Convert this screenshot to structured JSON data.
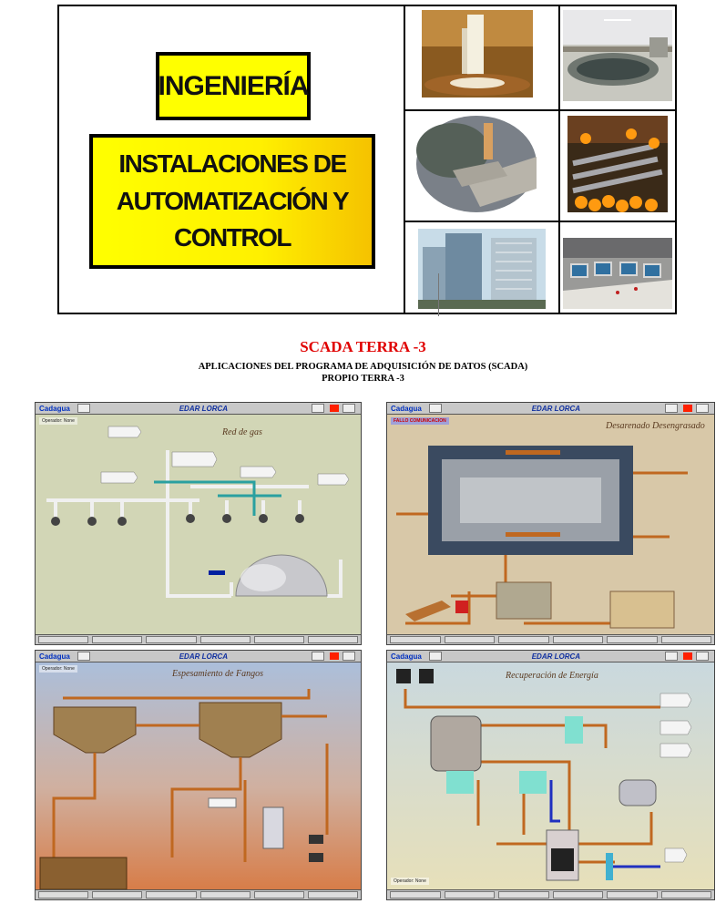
{
  "header": {
    "label_engineering": "INGENIERÍA",
    "label_installations_line1": "INSTALACIONES DE",
    "label_installations_line2": "AUTOMATIZACIÓN Y CONTROL"
  },
  "photos": [
    {
      "icon": "fountain-photo"
    },
    {
      "icon": "treatment-tank-photo"
    },
    {
      "icon": "water-channel-photo"
    },
    {
      "icon": "orange-sorting-photo"
    },
    {
      "icon": "office-buildings-photo"
    },
    {
      "icon": "control-room-photo"
    }
  ],
  "title": "SCADA TERRA -3",
  "subtitle_line1": "APLICACIONES DEL PROGRAMA DE ADQUISICIÓN DE DATOS (SCADA)",
  "subtitle_line2": "PROPIO TERRA -3",
  "screens": [
    {
      "brand": "Cadagua",
      "site": "EDAR LORCA",
      "title": "Red de gas",
      "operator": "Operador: None"
    },
    {
      "brand": "Cadagua",
      "site": "EDAR LORCA",
      "title": "Desarenado Desengrasado",
      "operator": "FALLO COMUNICACION"
    },
    {
      "brand": "Cadagua",
      "site": "EDAR LORCA",
      "title": "Espesamiento de Fangos",
      "operator": "Operador: None"
    },
    {
      "brand": "Cadagua",
      "site": "EDAR LORCA",
      "title": "Recuperación de Energía",
      "operator": "Operador: None"
    }
  ],
  "colors": {
    "title_red": "#e00000",
    "label_yellow": "#ffff00"
  }
}
